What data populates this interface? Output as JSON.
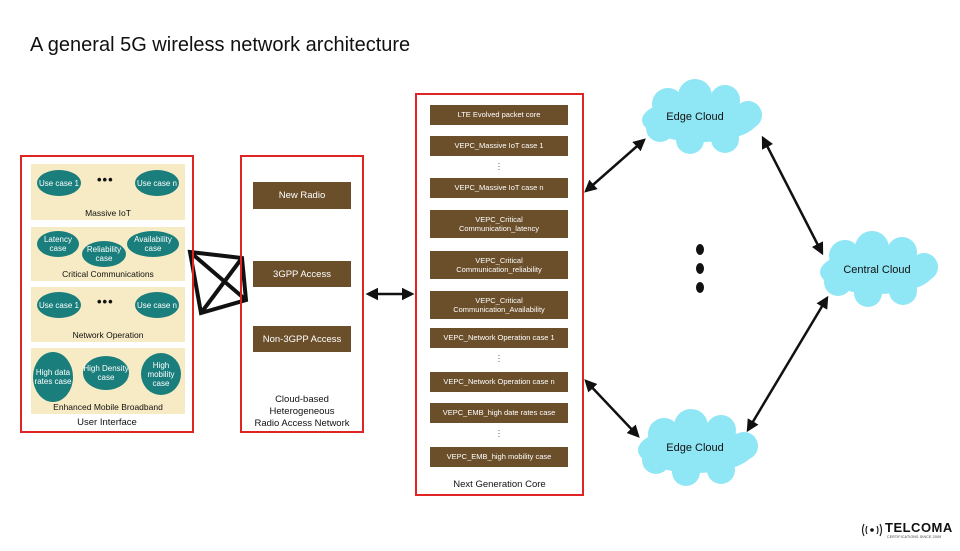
{
  "title": "A general 5G wireless network architecture",
  "user_interface": {
    "caption": "User Interface",
    "groups": [
      {
        "label": "Massive IoT",
        "items": [
          "Use case 1",
          "Use case n"
        ]
      },
      {
        "label": "Critical Communications",
        "items": [
          "Latency case",
          "Reliability case",
          "Availability case"
        ]
      },
      {
        "label": "Network Operation",
        "items": [
          "Use case 1",
          "Use case n"
        ]
      },
      {
        "label": "Enhanced Mobile Broadband",
        "items": [
          "High data rates case",
          "High Density case",
          "High mobility case"
        ]
      }
    ]
  },
  "ran": {
    "caption_line1": "Cloud-based",
    "caption_line2": "Heterogeneous",
    "caption_line3": "Radio Access Network",
    "buttons": [
      "New Radio",
      "3GPP Access",
      "Non-3GPP Access"
    ]
  },
  "core": {
    "caption": "Next Generation Core",
    "items": [
      "LTE Evolved packet core",
      "VEPC_Massive IoT case 1",
      "VEPC_Massive IoT case n",
      "VEPC_Critical Communication_latency",
      "VEPC_Critical Communication_reliability",
      "VEPC_Critical Communication_Availability",
      "VEPC_Network Operation case 1",
      "VEPC_Network Operation case n",
      "VEPC_EMB_high date rates case",
      "VEPC_EMB_high mobility case"
    ]
  },
  "clouds": {
    "edge_top": "Edge Cloud",
    "central": "Central Cloud",
    "edge_bottom": "Edge Cloud"
  },
  "logo": {
    "name": "TELCOMA",
    "tagline": "CERTIFICATIONS SINCE 2009"
  },
  "colors": {
    "frame": "#e02424",
    "panel": "#f6ebc4",
    "oval": "#1a7e7c",
    "block": "#6b4f2b",
    "cloud": "#8fe6f5"
  }
}
